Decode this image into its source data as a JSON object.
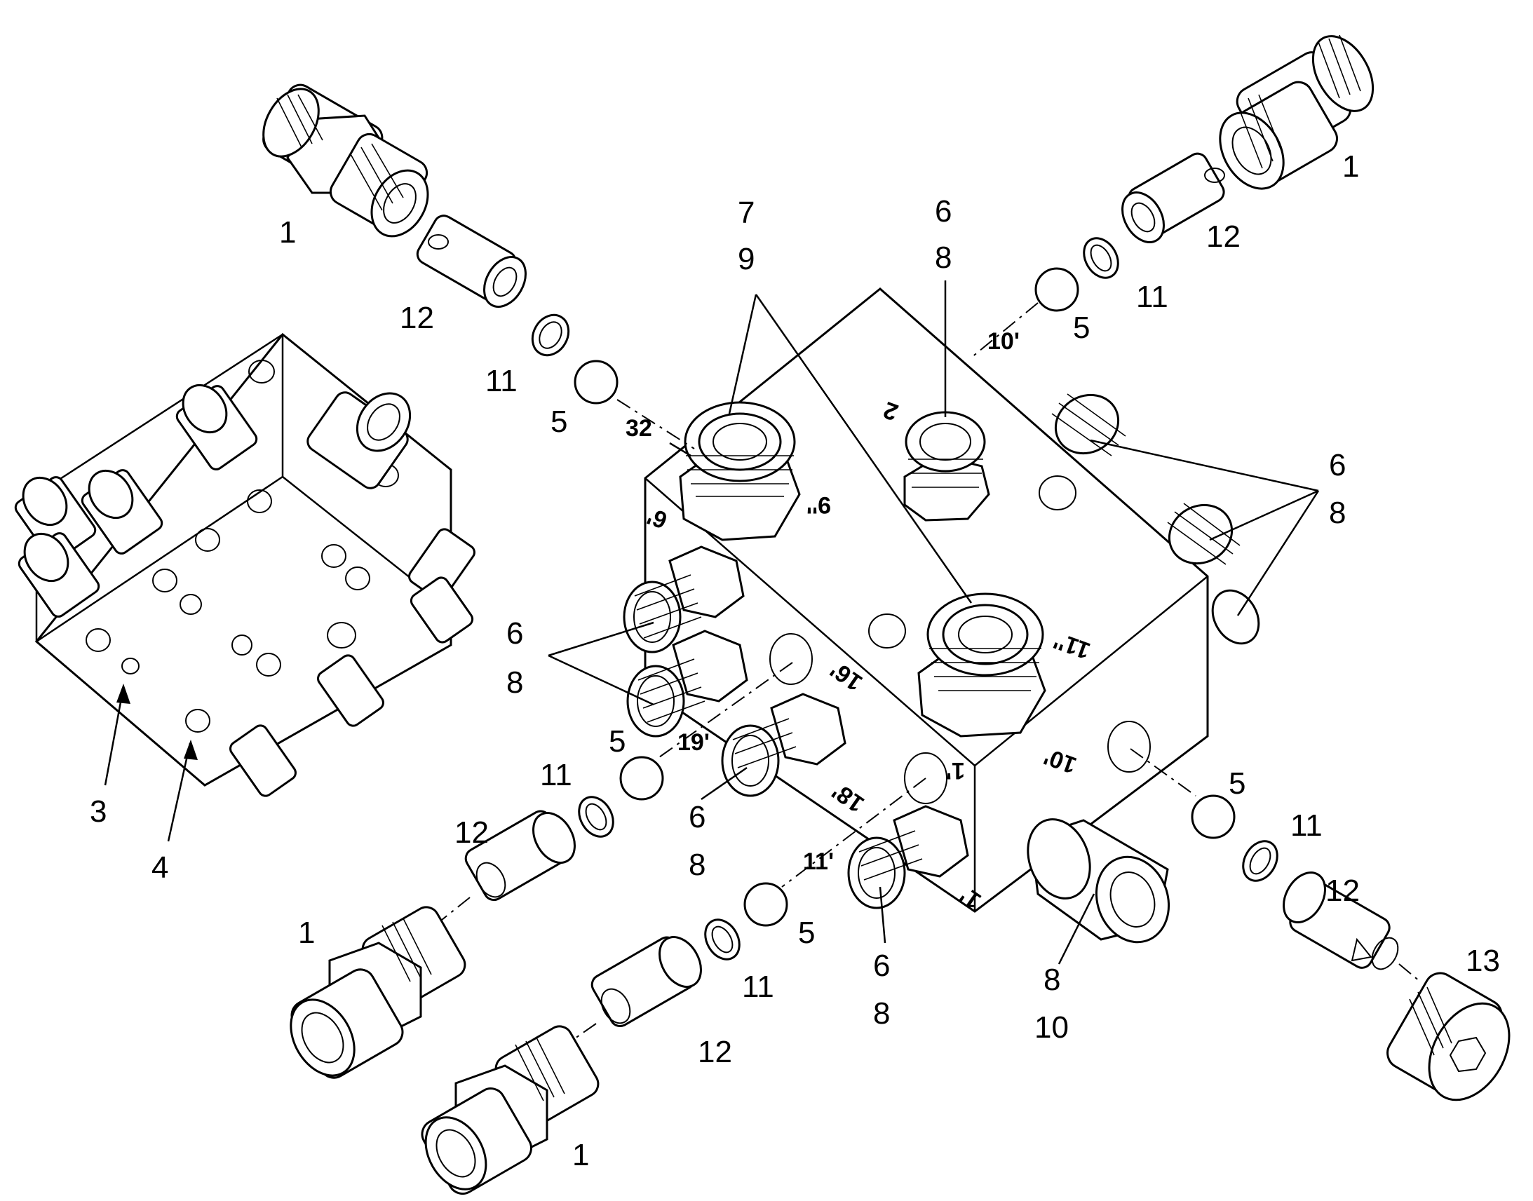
{
  "callouts": {
    "c1_top_left": "1",
    "c12_top_left": "12",
    "c11_top_left": "11",
    "c5_top_left": "5",
    "c7": "7",
    "c9": "9",
    "c6_top": "6",
    "c8_top": "8",
    "c1_top_right": "1",
    "c12_top_right": "12",
    "c11_top_right": "11",
    "c5_top_right": "5",
    "c6_right": "6",
    "c8_right": "8",
    "c6_left": "6",
    "c8_left": "8",
    "c3": "3",
    "c4": "4",
    "c5_mid_left": "5",
    "c11_mid_left": "11",
    "c12_mid_left": "12",
    "c6_mid": "6",
    "c8_mid": "8",
    "c1_bottom_left": "1",
    "c5_bottom": "5",
    "c11_bottom": "11",
    "c12_bottom": "12",
    "c1_bottom": "1",
    "c6_bottom": "6",
    "c8_bottom": "8",
    "c8_sleeve": "8",
    "c10": "10",
    "c5_right": "5",
    "c11_right": "11",
    "c12_right": "12",
    "c13": "13"
  },
  "port_labels": {
    "p32": "32",
    "p10": "10'",
    "p19": "19'",
    "p11": "11'",
    "p9": "9''",
    "p11b": "11''",
    "p2": "2",
    "p6": "6'",
    "p16": "16'",
    "p18": "18'",
    "p1a": "1'",
    "p1b": "1'",
    "p10b": "10'"
  }
}
